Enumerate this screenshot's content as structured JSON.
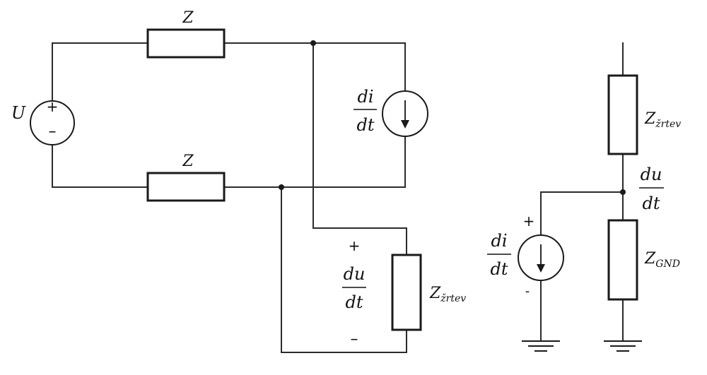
{
  "left_circuit": {
    "source_label": "U",
    "source_plus": "+",
    "source_minus": "–",
    "top_impedance": "Z",
    "bottom_impedance": "Z",
    "current_source": {
      "num": "di",
      "den": "dt"
    },
    "victim_voltage": {
      "plus": "+",
      "num": "du",
      "den": "dt",
      "minus": "–"
    },
    "victim_impedance": {
      "main": "Z",
      "sub": "žrtev"
    }
  },
  "right_circuit": {
    "top_impedance": {
      "main": "Z",
      "sub": "žrtev"
    },
    "node_voltage": {
      "num": "du",
      "den": "dt"
    },
    "current_source": {
      "plus": "+",
      "num": "di",
      "den": "dt",
      "minus": "-"
    },
    "gnd_impedance": {
      "main": "Z",
      "sub": "GND"
    }
  }
}
